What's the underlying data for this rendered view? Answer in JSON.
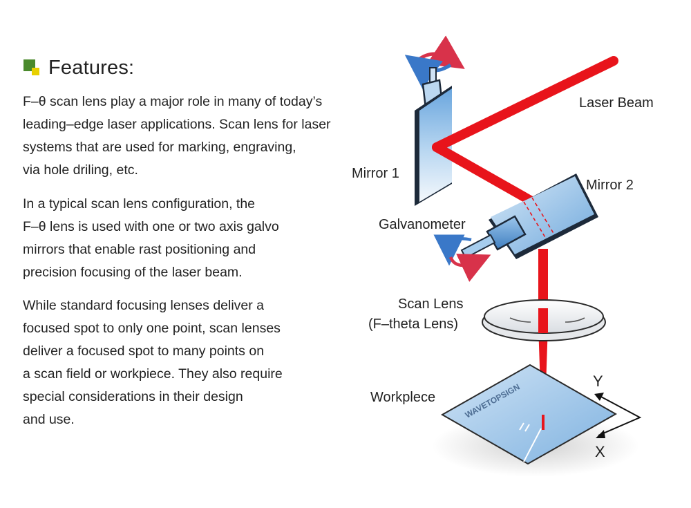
{
  "heading": {
    "title": "Features:"
  },
  "paragraphs": [
    {
      "lines": [
        "F–θ scan lens play a major role in many of today’s",
        "leading–edge laser applications. Scan lens for laser",
        "systems that are used for marking, engraving,",
        "via hole driling, etc."
      ]
    },
    {
      "lines": [
        "In a typical scan lens configuration, the",
        "F–θ lens is used with one or two axis galvo",
        "mirrors that enable rast positioning and",
        "precision focusing of the laser beam."
      ]
    },
    {
      "lines": [
        "While standard focusing lenses deliver a",
        "focused spot to only one point, scan lenses",
        "deliver a focused spot to many points on",
        "a scan field or workpiece. They also require",
        "special considerations in their design",
        "and use."
      ]
    }
  ],
  "diagram": {
    "labels": {
      "laser_beam": "Laser Beam",
      "mirror1": "Mirror 1",
      "mirror2": "Mirror 2",
      "galvanometer": "Galvanometer",
      "scan_lens_line1": "Scan Lens",
      "scan_lens_line2": "(F–theta Lens)",
      "workpiece": "Workplece",
      "axis_y": "Y",
      "axis_x": "X"
    },
    "workpiece_watermark": "WAVETOPSIGN",
    "colors": {
      "laser": "#e8141b",
      "mirror_blue": "#7fb6e6",
      "heading_green": "#4a8a2c",
      "heading_yellow": "#e8d000",
      "rotate_red": "#d8324a",
      "rotate_blue": "#3a78c8"
    }
  }
}
